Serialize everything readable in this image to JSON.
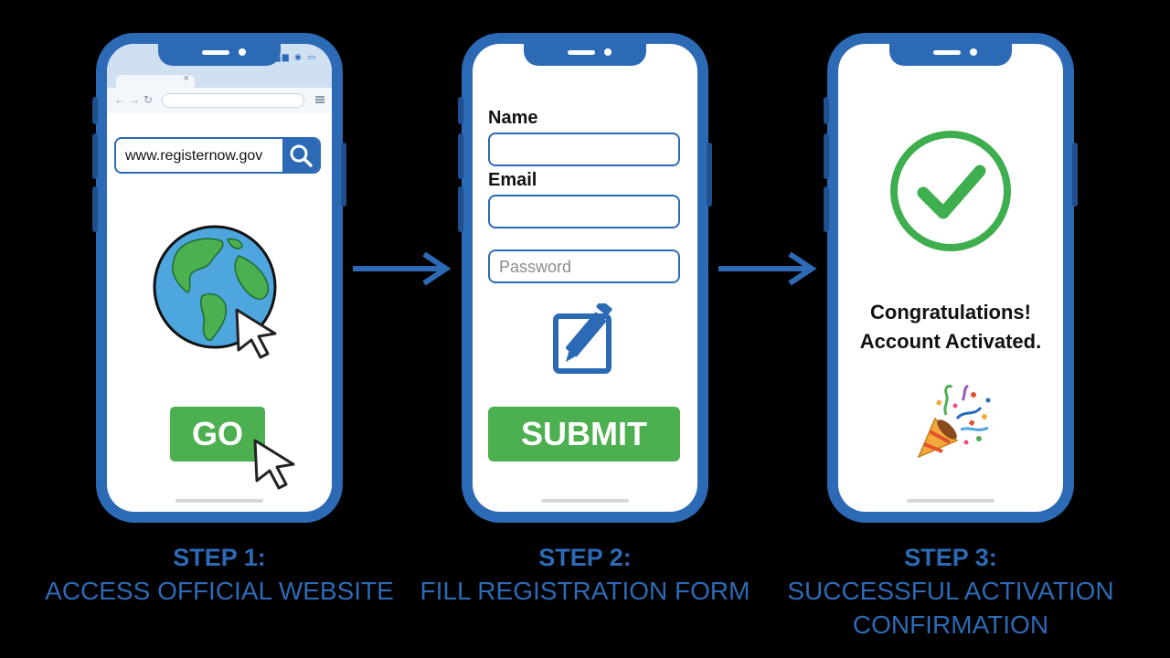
{
  "step1": {
    "url": "www.registernow.gov",
    "go_label": "GO",
    "caption_step": "STEP 1:",
    "caption_desc": "ACCESS OFFICIAL WEBSITE"
  },
  "step2": {
    "name_label": "Name",
    "email_label": "Email",
    "password_placeholder": "Password",
    "submit_label": "SUBMIT",
    "caption_step": "STEP 2:",
    "caption_desc": "FILL REGISTRATION FORM"
  },
  "step3": {
    "message_line1": "Congratulations!",
    "message_line2": "Account Activated.",
    "caption_step": "STEP 3:",
    "caption_desc_line1": "SUCCESSFUL ACTIVATION",
    "caption_desc_line2": "CONFIRMATION"
  },
  "icons": {
    "step1": [
      "search-icon",
      "globe-icon",
      "cursor-icon"
    ],
    "step2": [
      "edit-icon"
    ],
    "step3": [
      "check-circle-icon",
      "party-popper-icon"
    ],
    "connectors": [
      "arrow-right-icon"
    ]
  },
  "colors": {
    "background": "#000000",
    "accent_blue": "#2d6ab5",
    "button_green": "#4caf50",
    "check_green": "#3fae4f"
  }
}
